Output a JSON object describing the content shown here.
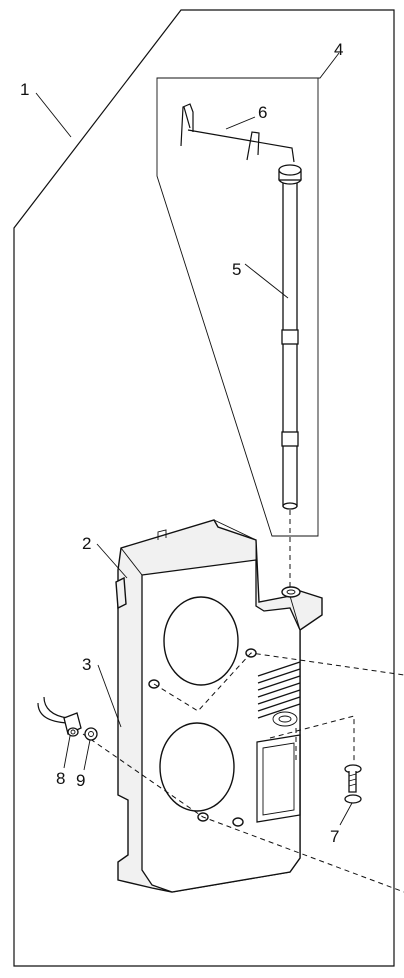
{
  "part_labels": {
    "n1": "1",
    "n2": "2",
    "n3": "3",
    "n4": "4",
    "n5": "5",
    "n6": "6",
    "n7": "7",
    "n8": "8",
    "n9": "9"
  },
  "colors": {
    "line": "#111111",
    "body_fill": "#f1f1f1",
    "background": "#ffffff"
  }
}
